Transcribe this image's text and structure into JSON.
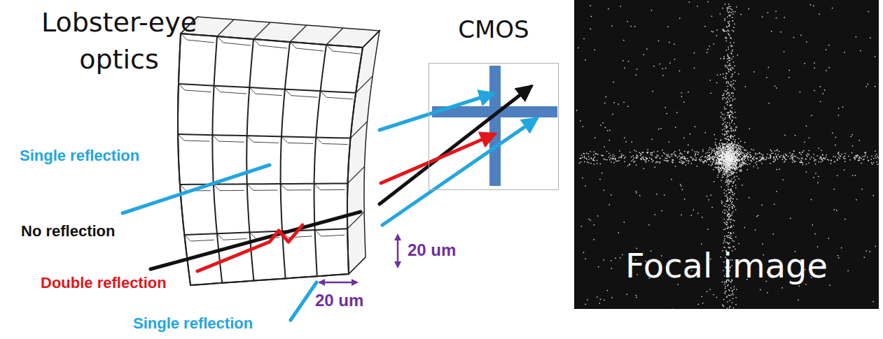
{
  "diagram": {
    "nodes": [
      {
        "text": [
          "CMOS"
        ]
      },
      {
        "text": [
          "Focal image"
        ]
      }
    ],
    "labels": [
      "Lobster-eye optics",
      "Single reflection",
      "No reflection",
      "Double reflection",
      "Single reflection",
      "20 um",
      "20 um"
    ]
  }
}
